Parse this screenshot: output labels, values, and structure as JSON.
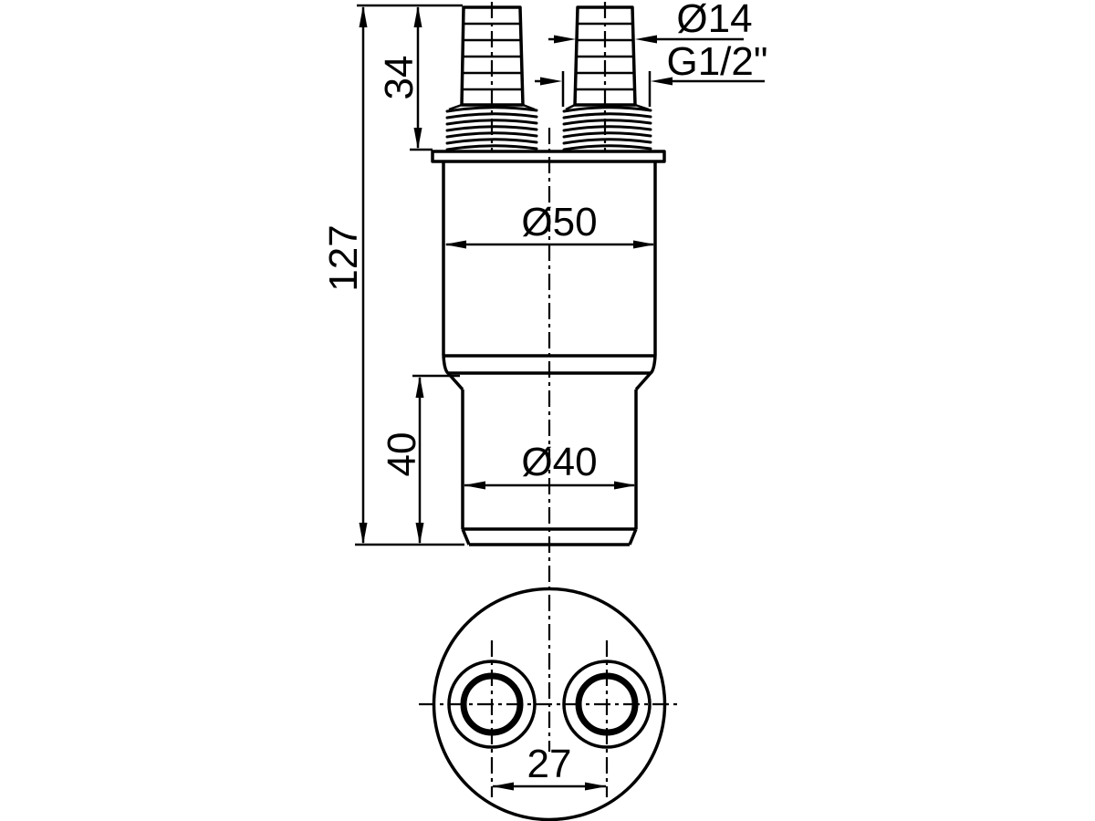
{
  "drawing": {
    "type": "technical-dimension-drawing",
    "part": "double hose connector fitting, side view and bottom view",
    "colors": {
      "line": "#000000",
      "background": "#ffffff"
    },
    "labels": {
      "height_total": "127",
      "barb_height": "34",
      "barb_diameter": "Ø14",
      "thread_size": "G1/2\"",
      "body_diameter": "Ø50",
      "spigot_height": "40",
      "spigot_diameter": "Ø40",
      "hole_spacing": "27"
    }
  }
}
